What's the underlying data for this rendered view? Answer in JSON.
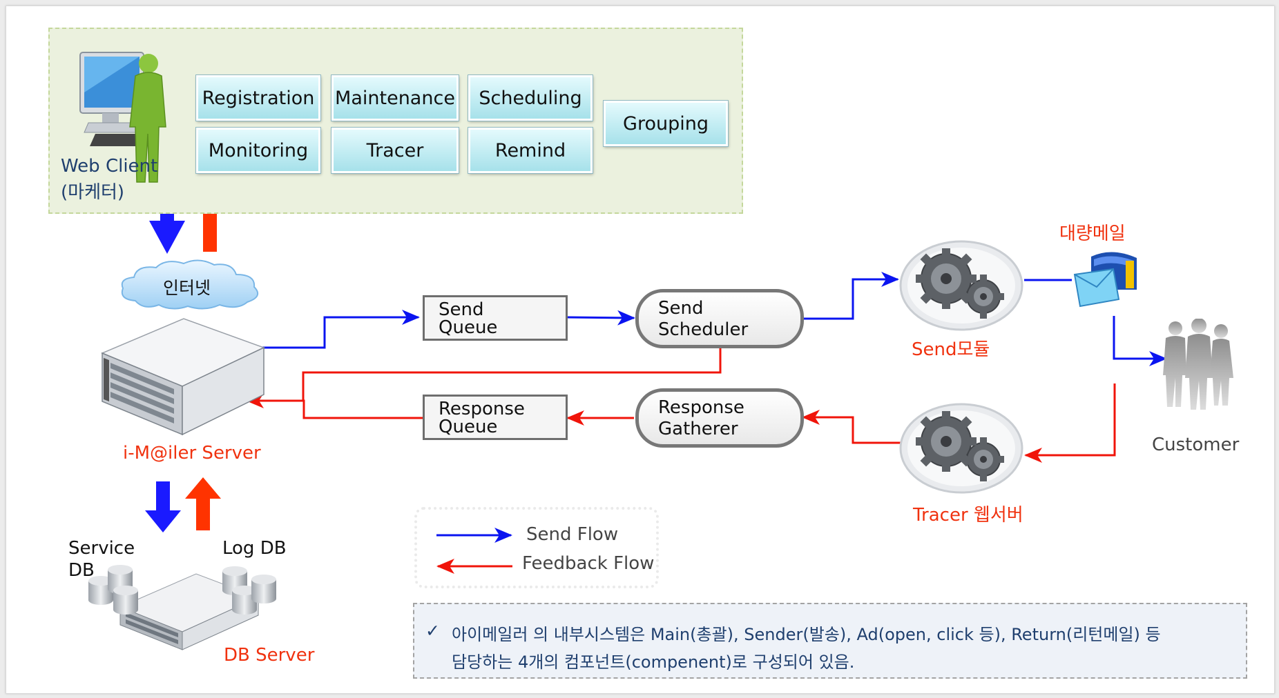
{
  "client_panel": {
    "web_client_line1": "Web Client",
    "web_client_line2": "(마케터)",
    "functions": {
      "registration": "Registration",
      "maintenance": "Maintenance",
      "scheduling": "Scheduling",
      "grouping": "Grouping",
      "monitoring": "Monitoring",
      "tracer": "Tracer",
      "remind": "Remind"
    }
  },
  "internet_label": "인터넷",
  "server_label": "i-M@iler Server",
  "db": {
    "service_db_line1": "Service",
    "service_db_line2": "DB",
    "log_db": "Log DB",
    "db_server": "DB Server"
  },
  "queues": {
    "send_queue_line1": "Send",
    "send_queue_line2": "Queue",
    "send_scheduler_line1": "Send",
    "send_scheduler_line2": "Scheduler",
    "response_queue_line1": "Response",
    "response_queue_line2": "Queue",
    "response_gatherer_line1": "Response",
    "response_gatherer_line2": "Gatherer"
  },
  "modules": {
    "send_module": "Send모듈",
    "tracer_web_server": "Tracer 웹서버",
    "bulk_mail": "대량메일",
    "customer": "Customer"
  },
  "legend": {
    "send_flow": "Send Flow",
    "feedback_flow": "Feedback Flow"
  },
  "note": {
    "check_mark": "✓",
    "line1": "아이메일러  의 내부시스템은 Main(총괄), Sender(발송), Ad(open, click 등), Return(리턴메일) 등",
    "line2": "담당하는  4개의 컴포넌트(compenent)로 구성되어 있음."
  },
  "colors": {
    "send_flow": "#0a14f0",
    "feedback_flow": "#f0140a",
    "label_red": "#f0320f",
    "label_navy": "#1f3f6e"
  },
  "icons": [
    "computer-user-icon",
    "cloud-icon",
    "server-icon",
    "database-icon",
    "gear-icon",
    "mailbox-icon",
    "people-icon"
  ]
}
